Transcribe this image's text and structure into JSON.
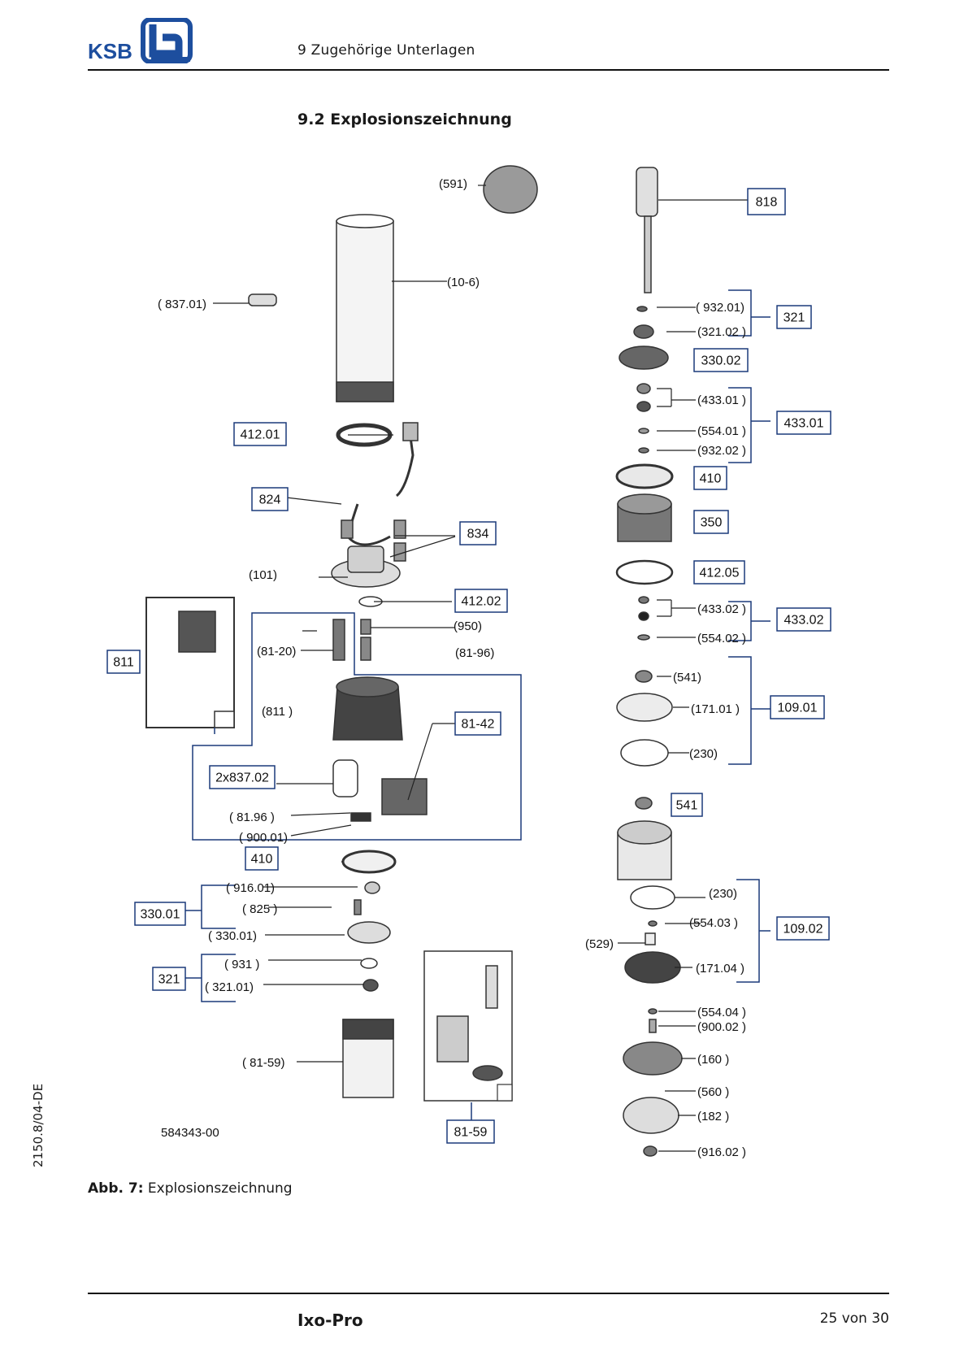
{
  "header": {
    "logo_text": "KSB",
    "title": "9 Zugehörige Unterlagen"
  },
  "section_title": "9.2 Explosionszeichnung",
  "side_id": "2150.8/04-DE",
  "drawing": {
    "drawing_number": "584343-00",
    "labels_plain": [
      "(591)",
      "(10-6)",
      "( 837.01)",
      "(101)",
      "(950)",
      "(81-20)",
      "(81-96)",
      "(811 )",
      "( 81.96 )",
      "( 900.01)",
      "( 916.01)",
      "( 825 )",
      "( 330.01)",
      "( 931 )",
      "( 321.01)",
      "( 81-59)",
      "( 932.01)",
      "(321.02 )",
      "(433.01 )",
      "(554.01 )",
      "(932.02 )",
      "(433.02 )",
      "(554.02 )",
      "(541)",
      "(171.01 )",
      "(230)",
      "(230)",
      "(554.03 )",
      "(529)",
      "(171.04 )",
      "(554.04 )",
      "(900.02 )",
      "(160 )",
      "(560 )",
      "(182 )",
      "(916.02 )"
    ],
    "labels_boxed": [
      "818",
      "321",
      "330.02",
      "433.01",
      "410",
      "350",
      "412.05",
      "433.02",
      "109.01",
      "541",
      "109.02",
      "412.01",
      "824",
      "834",
      "412.02",
      "811",
      "81-42",
      "2x837.02",
      "410",
      "330.01",
      "321",
      "81-59"
    ]
  },
  "caption": {
    "prefix": "Abb. 7:",
    "text": "Explosionszeichnung"
  },
  "footer": {
    "product": "Ixo-Pro",
    "page": "25 von 30"
  },
  "colors": {
    "box_border": "#1b3a7a",
    "logo_blue": "#1d4e9e",
    "rule": "#111111"
  }
}
